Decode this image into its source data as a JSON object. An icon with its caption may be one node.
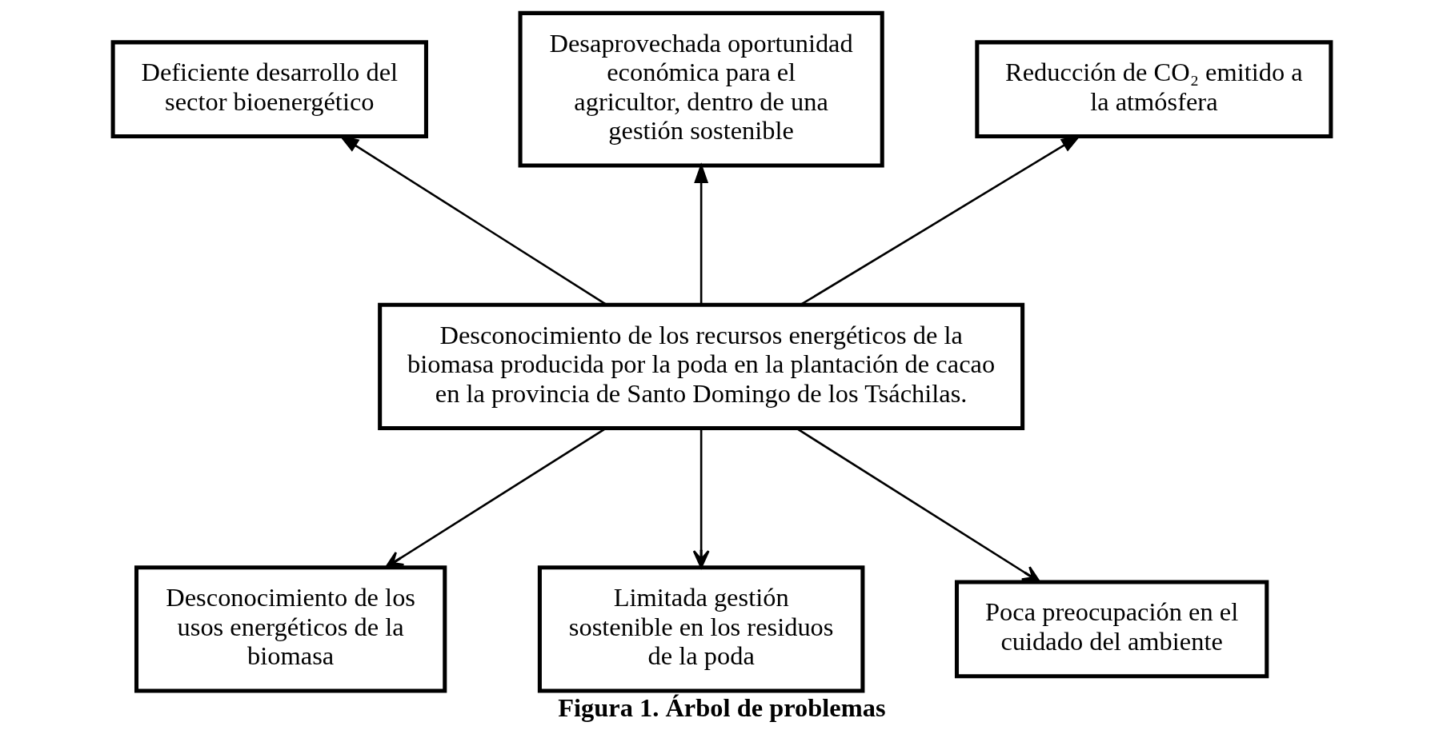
{
  "diagram": {
    "caption": "Figura 1. Árbol de problemas",
    "nodes": [
      {
        "text": [
          "Deficiente desarrollo del sector bioenergético"
        ]
      },
      {
        "text": [
          "Desaprovechada oportunidad económica para el agricultor, dentro de una gestión sostenible"
        ]
      },
      {
        "text": [
          "Reducción de CO₂ emitido a la atmósfera"
        ]
      },
      {
        "text": [
          "Desconocimiento de los recursos energéticos de la biomasa producida por la poda en la plantación de cacao en la provincia de Santo Domingo de los Tsáchilas."
        ]
      },
      {
        "text": [
          "Desconocimiento de los usos energéticos de la biomasa"
        ]
      },
      {
        "text": [
          "Limitada gestión sostenible en los residuos de la poda"
        ]
      },
      {
        "text": [
          "Poca preocupación en el cuidado del ambiente"
        ]
      }
    ],
    "edges": [
      {
        "from": 3,
        "to": 0,
        "arrow": "to"
      },
      {
        "from": 3,
        "to": 1,
        "arrow": "to"
      },
      {
        "from": 3,
        "to": 2,
        "arrow": "to"
      },
      {
        "from": 3,
        "to": 4,
        "arrow": "to"
      },
      {
        "from": 3,
        "to": 5,
        "arrow": "to"
      },
      {
        "from": 3,
        "to": 6,
        "arrow": "to"
      }
    ]
  }
}
